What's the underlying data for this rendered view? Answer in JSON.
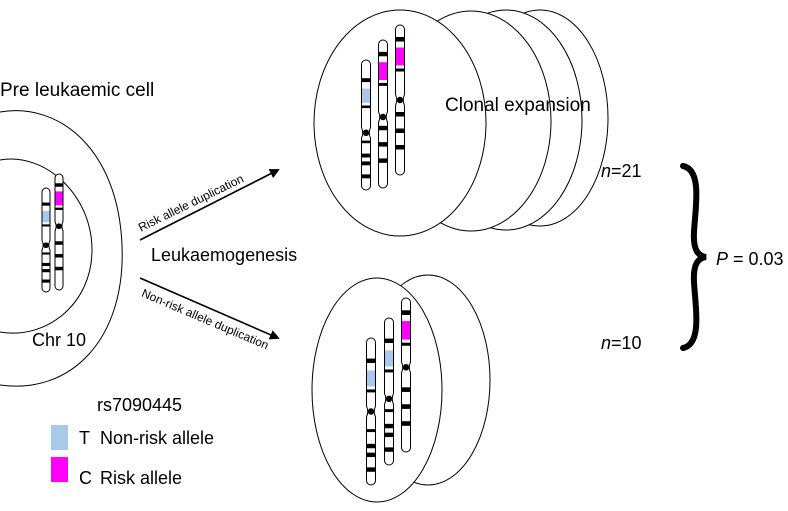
{
  "labels": {
    "pre_leukaemic_cell": "Pre leukaemic cell",
    "chr10": "Chr 10",
    "clonal_expansion": "Clonal expansion",
    "leukaemogenesis": "Leukaemogenesis",
    "risk_allele_duplication": "Risk allele duplication",
    "non_risk_allele_duplication": "Non-risk allele duplication",
    "n_top_var": "n",
    "n_top_val": "=21",
    "n_bottom_var": "n",
    "n_bottom_val": "=10",
    "p_var": "P",
    "p_val": " = 0.03"
  },
  "legend": {
    "title": "rs7090445",
    "items": [
      {
        "letter": "T",
        "text": "Non-risk allele",
        "color": "#a9c9ea"
      },
      {
        "letter": "C",
        "text": "Risk allele",
        "color": "#ff00ff"
      }
    ]
  },
  "colors": {
    "non_risk": "#a9c9ea",
    "risk": "#ff00ff",
    "line": "#000000"
  }
}
